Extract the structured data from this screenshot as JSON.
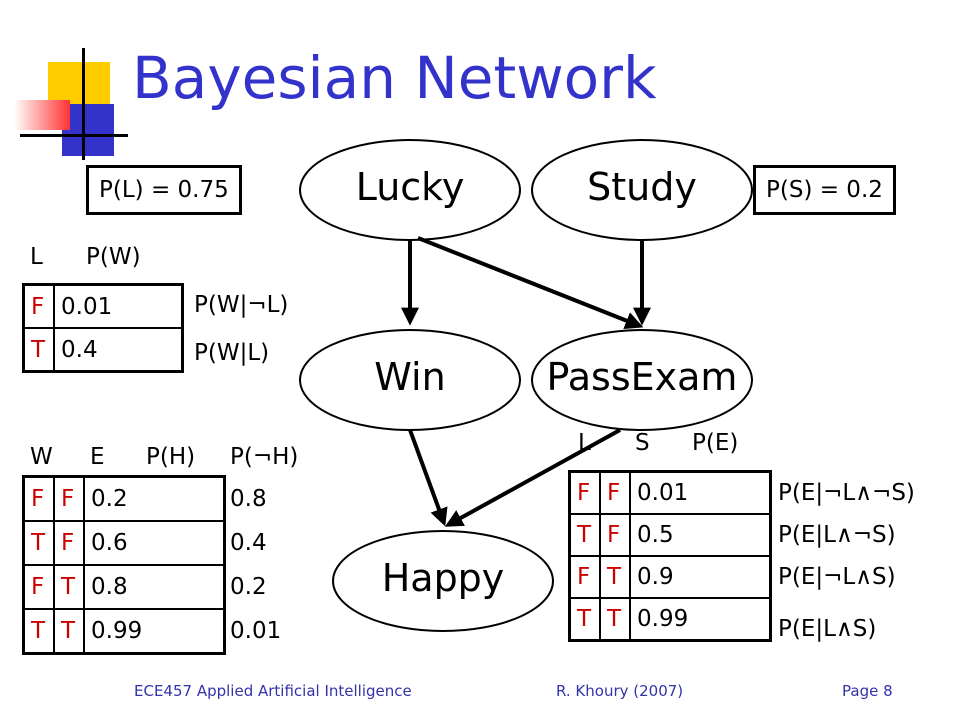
{
  "slide": {
    "title": "Bayesian Network",
    "priors": {
      "lucky": "P(L) = 0.75",
      "study": "P(S) = 0.2"
    },
    "nodes": {
      "lucky": "Lucky",
      "study": "Study",
      "win": "Win",
      "pass": "PassExam",
      "happy": "Happy"
    },
    "win_table": {
      "headers": [
        "L",
        "P(W)"
      ],
      "rows": [
        {
          "l": "F",
          "p": "0.01",
          "note": "P(W|¬L)"
        },
        {
          "l": "T",
          "p": "0.4",
          "note": "P(W|L)"
        }
      ]
    },
    "happy_table": {
      "headers": [
        "W",
        "E",
        "P(H)",
        "P(¬H)"
      ],
      "rows": [
        {
          "w": "F",
          "e": "F",
          "p": "0.2",
          "np": "0.8"
        },
        {
          "w": "T",
          "e": "F",
          "p": "0.6",
          "np": "0.4"
        },
        {
          "w": "F",
          "e": "T",
          "p": "0.8",
          "np": "0.2"
        },
        {
          "w": "T",
          "e": "T",
          "p": "0.99",
          "np": "0.01"
        }
      ]
    },
    "exam_table": {
      "headers": [
        "L",
        "S",
        "P(E)"
      ],
      "rows": [
        {
          "l": "F",
          "s": "F",
          "p": "0.01",
          "note": "P(E|¬L∧¬S)"
        },
        {
          "l": "T",
          "s": "F",
          "p": "0.5",
          "note": "P(E|L∧¬S)"
        },
        {
          "l": "F",
          "s": "T",
          "p": "0.9",
          "note": "P(E|¬L∧S)"
        },
        {
          "l": "T",
          "s": "T",
          "p": "0.99",
          "note": "P(E|L∧S)"
        }
      ]
    },
    "footer": {
      "course": "ECE457 Applied Artificial Intelligence",
      "author": "R. Khoury (2007)",
      "page": "Page 8"
    },
    "colors": {
      "title": "#3333cc",
      "boolean_values": "#cc0000",
      "deco_yellow": "#ffcc00",
      "deco_red": "#ff3333",
      "deco_blue": "#3333cc"
    }
  }
}
